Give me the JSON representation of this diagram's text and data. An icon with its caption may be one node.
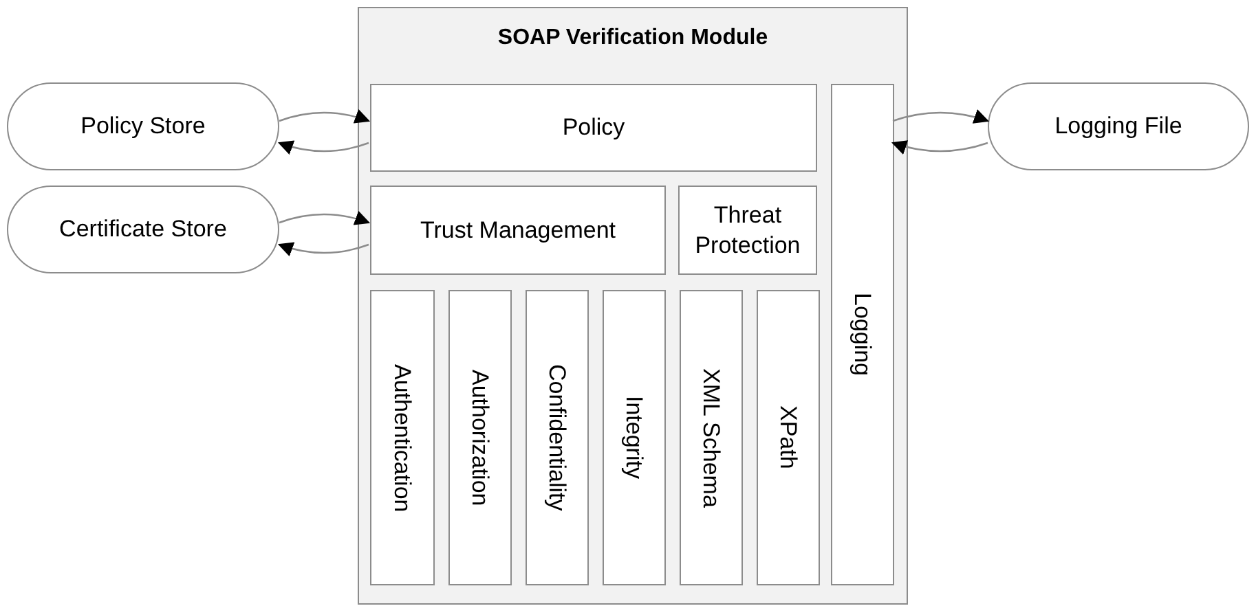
{
  "diagram": {
    "nodes": [
      {
        "text": [
          "SOAP Verification Module"
        ]
      },
      {
        "text": [
          "Policy Store"
        ]
      },
      {
        "text": [
          "Policy"
        ],
        "in": 0
      },
      {
        "text": [
          "Logging"
        ],
        "in": 0
      },
      {
        "text": [
          "Logging File"
        ]
      },
      {
        "text": [
          "Certificate Store"
        ]
      },
      {
        "text": [
          "Trust Management"
        ],
        "in": 0
      },
      {
        "text": [
          "Threat Protection"
        ],
        "in": 0
      },
      {
        "text": [
          "Authentication"
        ],
        "in": 0
      },
      {
        "text": [
          "Authorization"
        ],
        "in": 0
      },
      {
        "text": [
          "Confidentiality"
        ],
        "in": 0
      },
      {
        "text": [
          "Integrity"
        ],
        "in": 0
      },
      {
        "text": [
          "XML Schema"
        ],
        "in": 0
      },
      {
        "text": [
          "XPath"
        ],
        "in": 0
      }
    ],
    "edges": [
      {
        "from": 1,
        "to": 2,
        "arrow": "to"
      },
      {
        "from": 2,
        "to": 1,
        "arrow": "to"
      },
      {
        "from": 3,
        "to": 4,
        "arrow": "to"
      },
      {
        "from": 4,
        "to": 3,
        "arrow": "to"
      },
      {
        "from": 5,
        "to": 6,
        "arrow": "to"
      },
      {
        "from": 6,
        "to": 5,
        "arrow": "to"
      }
    ]
  }
}
